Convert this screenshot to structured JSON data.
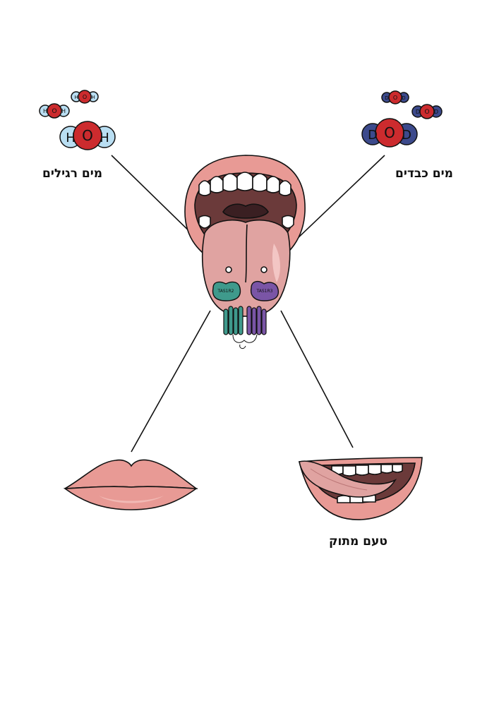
{
  "labels": {
    "regular_water": "מים רגילים",
    "heavy_water": "מים כבדים",
    "sweet_taste": "טעם מתוק"
  },
  "receptors": {
    "left": "TAS1R2",
    "right": "TAS1R3"
  },
  "atoms": {
    "oxygen": "O",
    "hydrogen": "H",
    "deuterium": "D"
  },
  "colors": {
    "oxygen": "#cc2b2e",
    "hydrogen": "#b9def2",
    "deuterium": "#3c4a8c",
    "receptor_left": "#3f9a8c",
    "receptor_right": "#7a55a6",
    "lips": "#e89a95",
    "tongue": "#e0a3a1"
  }
}
